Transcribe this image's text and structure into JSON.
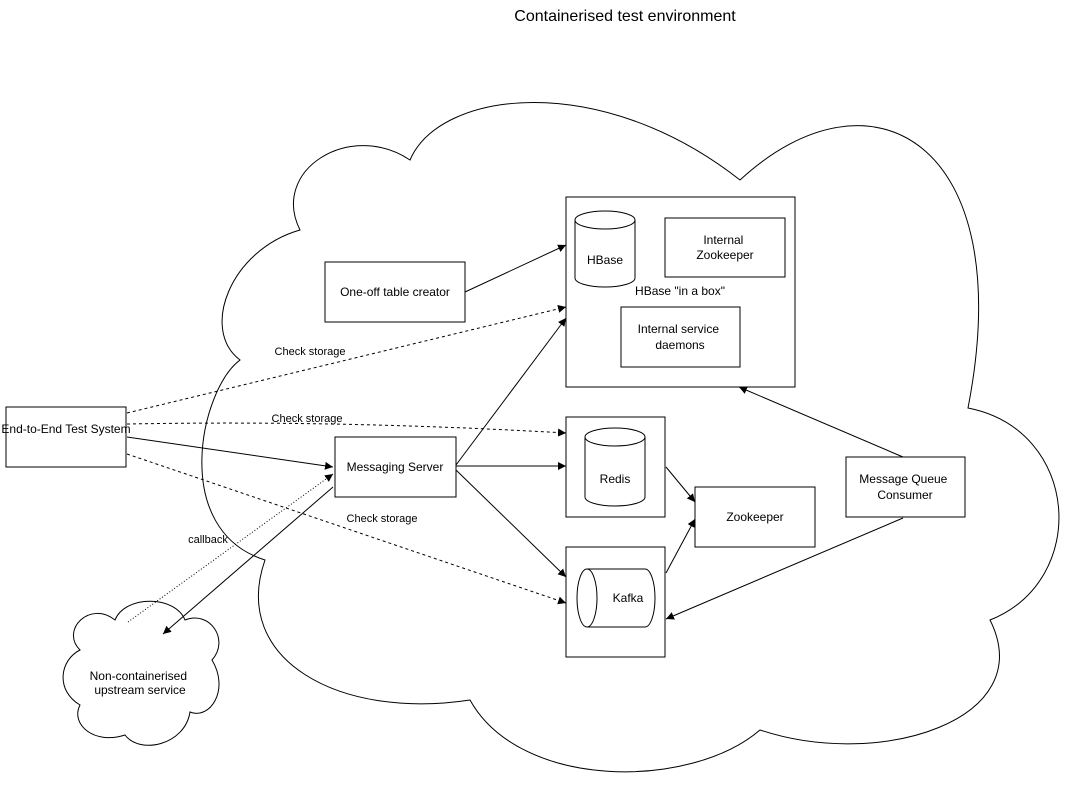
{
  "title": "Containerised test environment",
  "nodes": {
    "e2e": "End-to-End Test System",
    "table_creator": "One-off table creator",
    "messaging_server": "Messaging Server",
    "hbase": "HBase",
    "internal_zookeeper": "Internal Zookeeper",
    "hbase_in_a_box": "HBase \"in a box\"",
    "internal_daemons": "Internal service daemons",
    "redis": "Redis",
    "kafka": "Kafka",
    "zookeeper": "Zookeeper",
    "mq_consumer": "Message Queue Consumer",
    "upstream": "Non-containerised upstream service"
  },
  "edge_labels": {
    "check_storage_1": "Check storage",
    "check_storage_2": "Check storage",
    "check_storage_3": "Check storage",
    "callback": "callback"
  }
}
